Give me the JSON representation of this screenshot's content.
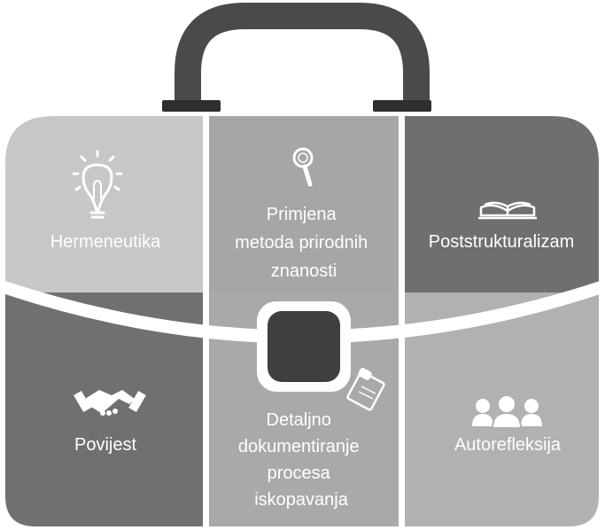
{
  "panels": {
    "top_left": {
      "lines": [
        "Hermeneutika"
      ],
      "icon": "lightbulb-icon",
      "color": "#c7c7c7"
    },
    "top_center": {
      "lines": [
        "Primjena",
        "metoda prirodnih",
        "znanosti"
      ],
      "icon": "magnifier-icon",
      "color": "#a6a6a6"
    },
    "top_right": {
      "lines": [
        "Poststrukturalizam"
      ],
      "icon": "open-book-icon",
      "color": "#6f6f6f"
    },
    "bottom_left": {
      "lines": [
        "Povijest"
      ],
      "icon": "handshake-icon",
      "color": "#707070"
    },
    "bottom_center": {
      "lines": [
        "Detaljno",
        "dokumentiranje",
        "procesa",
        "iskopavanja"
      ],
      "icon": "clipboard-icon",
      "color": "#a9a9a9"
    },
    "bottom_right": {
      "lines": [
        "Autorefleksija"
      ],
      "icon": "people-group-icon",
      "color": "#b1b1b1"
    }
  },
  "handle_color": "#4a4a4a",
  "clasp_color": "#3f3f3f"
}
